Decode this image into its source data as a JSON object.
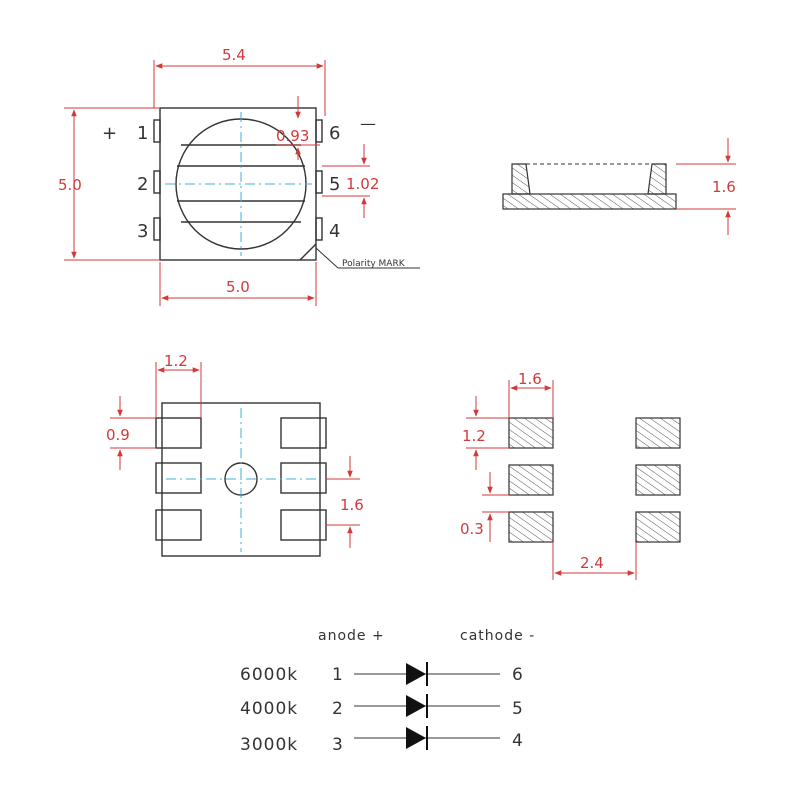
{
  "top_view": {
    "width_label": "5.4",
    "height_label": "5.0",
    "bottom_width_label": "5.0",
    "pin_pitch_label": "1.02",
    "pad_label": "0.93",
    "plus_sign": "+",
    "minus_sign": "—",
    "pins_left": [
      "1",
      "2",
      "3"
    ],
    "pins_right": [
      "6",
      "5",
      "4"
    ],
    "polarity_label": "Polarity MARK"
  },
  "side_view": {
    "height_label": "1.6"
  },
  "bottom_view": {
    "pad_width_label": "1.2",
    "pad_height_label": "0.9",
    "pitch_label": "1.6"
  },
  "footprint": {
    "pad_width_label": "1.6",
    "pad_height_label": "1.2",
    "gap_label": "0.3",
    "spacing_label": "2.4"
  },
  "schematic": {
    "anode_label": "anode +",
    "cathode_label": "cathode -",
    "rows": [
      {
        "temp": "6000k",
        "anode_pin": "1",
        "cathode_pin": "6"
      },
      {
        "temp": "4000k",
        "anode_pin": "2",
        "cathode_pin": "5"
      },
      {
        "temp": "3000k",
        "anode_pin": "3",
        "cathode_pin": "4"
      }
    ]
  },
  "colors": {
    "dimension": "#d23a3a",
    "centerline": "#3fb2d8",
    "outline": "#333333"
  }
}
